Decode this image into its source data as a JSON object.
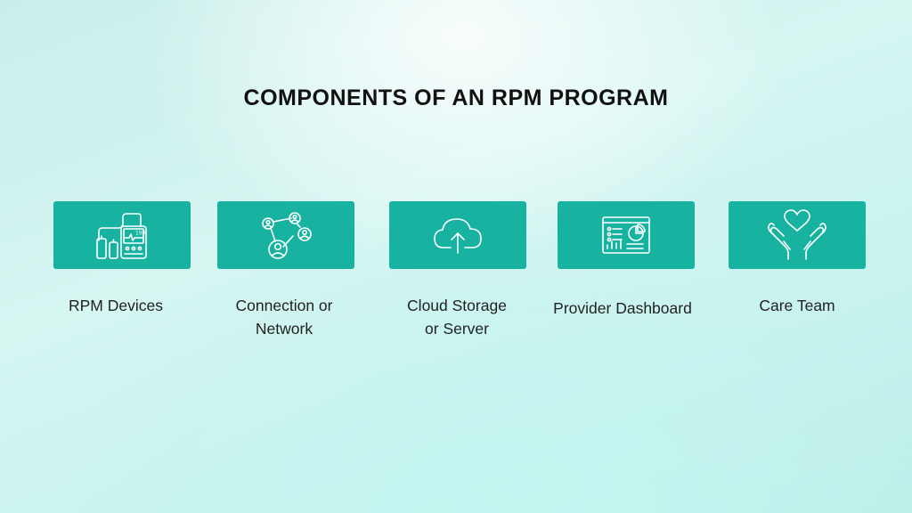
{
  "title": "COMPONENTS OF AN RPM PROGRAM",
  "colors": {
    "card": "#17b3a0",
    "icon": "#ffffff",
    "text": "#222222"
  },
  "components": [
    {
      "line1": "RPM Devices",
      "line2": "",
      "icon": "medical-monitor-device-icon",
      "screen_text": "190"
    },
    {
      "line1": "Connection or",
      "line2": "Network",
      "icon": "network-people-icon"
    },
    {
      "line1": "Cloud Storage",
      "line2": "or Server",
      "icon": "cloud-upload-icon"
    },
    {
      "line1": "Provider Dashboard",
      "line2": "",
      "icon": "dashboard-icon"
    },
    {
      "line1": "Care Team",
      "line2": "",
      "icon": "hands-heart-icon"
    }
  ]
}
